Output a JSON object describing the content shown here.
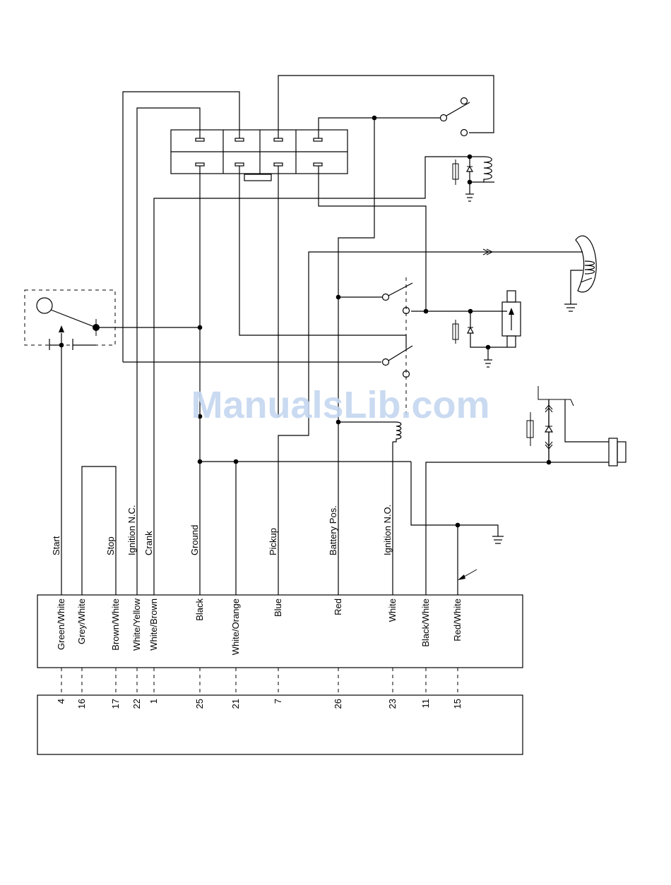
{
  "watermark": "ManualsLib.com",
  "signals": [
    {
      "label": "Start",
      "wire": "Green/White",
      "pin": "4"
    },
    {
      "label": "",
      "wire": "Grey/White",
      "pin": "16"
    },
    {
      "label": "Stop",
      "wire": "Brown/White",
      "pin": "17"
    },
    {
      "label": "Ignition N.C.",
      "wire": "White/Yellow",
      "pin": "22"
    },
    {
      "label": "Crank",
      "wire": "White/Brown",
      "pin": "1"
    },
    {
      "label": "Ground",
      "wire": "Black",
      "pin": "25"
    },
    {
      "label": "",
      "wire": "White/Orange",
      "pin": "21"
    },
    {
      "label": "Pickup",
      "wire": "Blue",
      "pin": "7"
    },
    {
      "label": "Battery Pos.",
      "wire": "Red",
      "pin": "26"
    },
    {
      "label": "Ignition N.O.",
      "wire": "White",
      "pin": "23"
    },
    {
      "label": "",
      "wire": "Black/White",
      "pin": "11"
    },
    {
      "label": "",
      "wire": "Red/White",
      "pin": "15"
    }
  ],
  "colors": {
    "line": "#000000",
    "background": "#ffffff",
    "watermark": "#c4d6f0"
  }
}
